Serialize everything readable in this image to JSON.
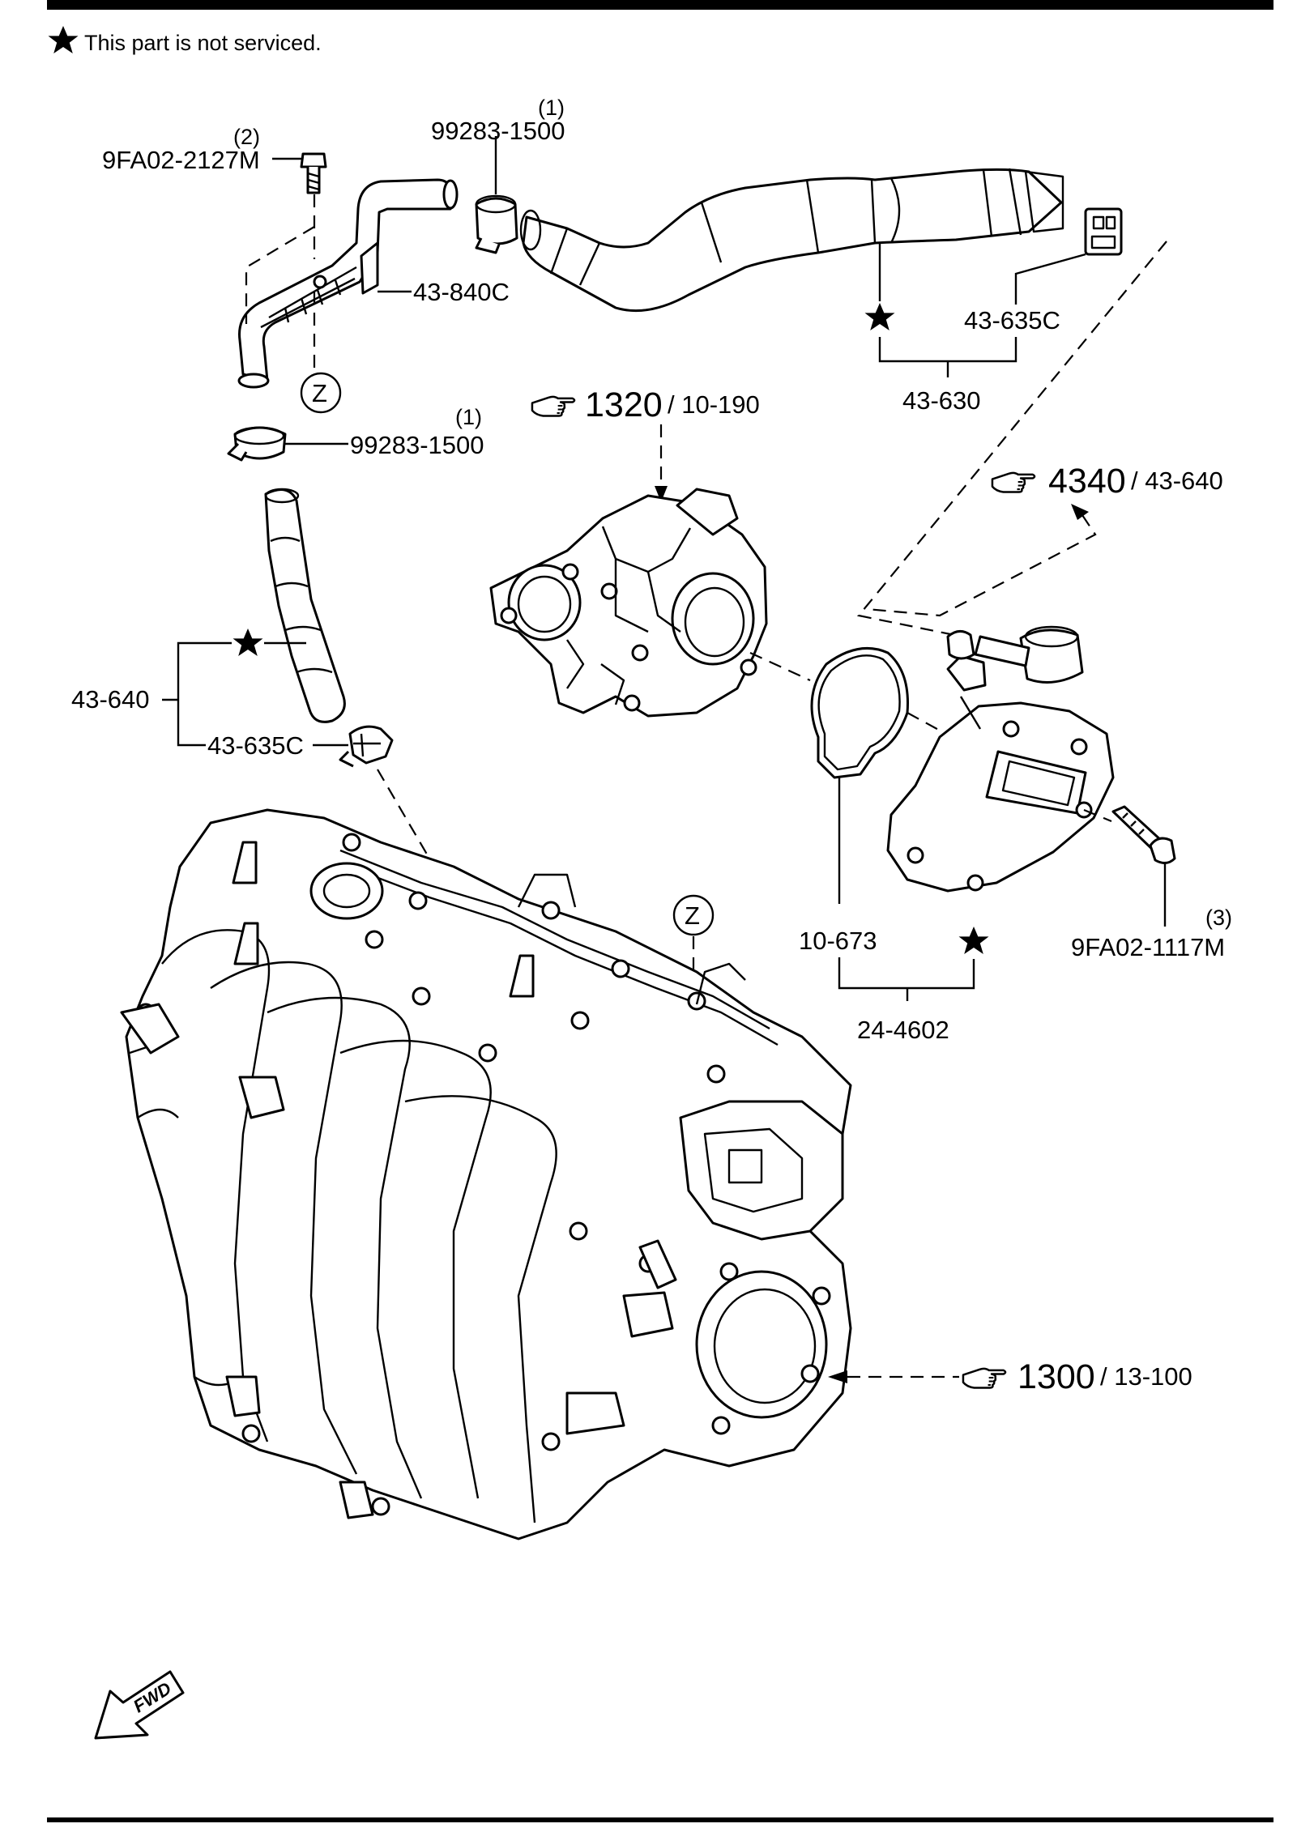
{
  "note": {
    "text": "This part is not serviced."
  },
  "callouts": {
    "bolt_upper": {
      "qty": "(2)",
      "code": "9FA02-2127M"
    },
    "clamp_upper": {
      "qty": "(1)",
      "code": "99283-1500"
    },
    "pipe": {
      "code": "43-840C"
    },
    "clip_upper": {
      "code": "43-635C"
    },
    "hose_assy_upper": {
      "code": "43-630"
    },
    "clamp_lower": {
      "qty": "(1)",
      "code": "99283-1500"
    },
    "hose_assy_lower": {
      "code": "43-640"
    },
    "clip_lower": {
      "code": "43-635C"
    },
    "gasket": {
      "code": "10-673"
    },
    "gasket_kit": {
      "code": "24-4602"
    },
    "bolt_lower": {
      "qty": "(3)",
      "code": "9FA02-1117M"
    }
  },
  "references": {
    "ref_1320": {
      "num": "1320",
      "page": "/ 10-190"
    },
    "ref_4340": {
      "num": "4340",
      "page": "/ 43-640"
    },
    "ref_1300": {
      "num": "1300",
      "page": "/ 13-100"
    }
  },
  "markers": {
    "z_label": "Z"
  },
  "fwd_label": "FWD",
  "icons": {
    "star": "star-icon",
    "pointer": "pointing-hand-icon",
    "arrow": "fwd-arrow-icon"
  }
}
